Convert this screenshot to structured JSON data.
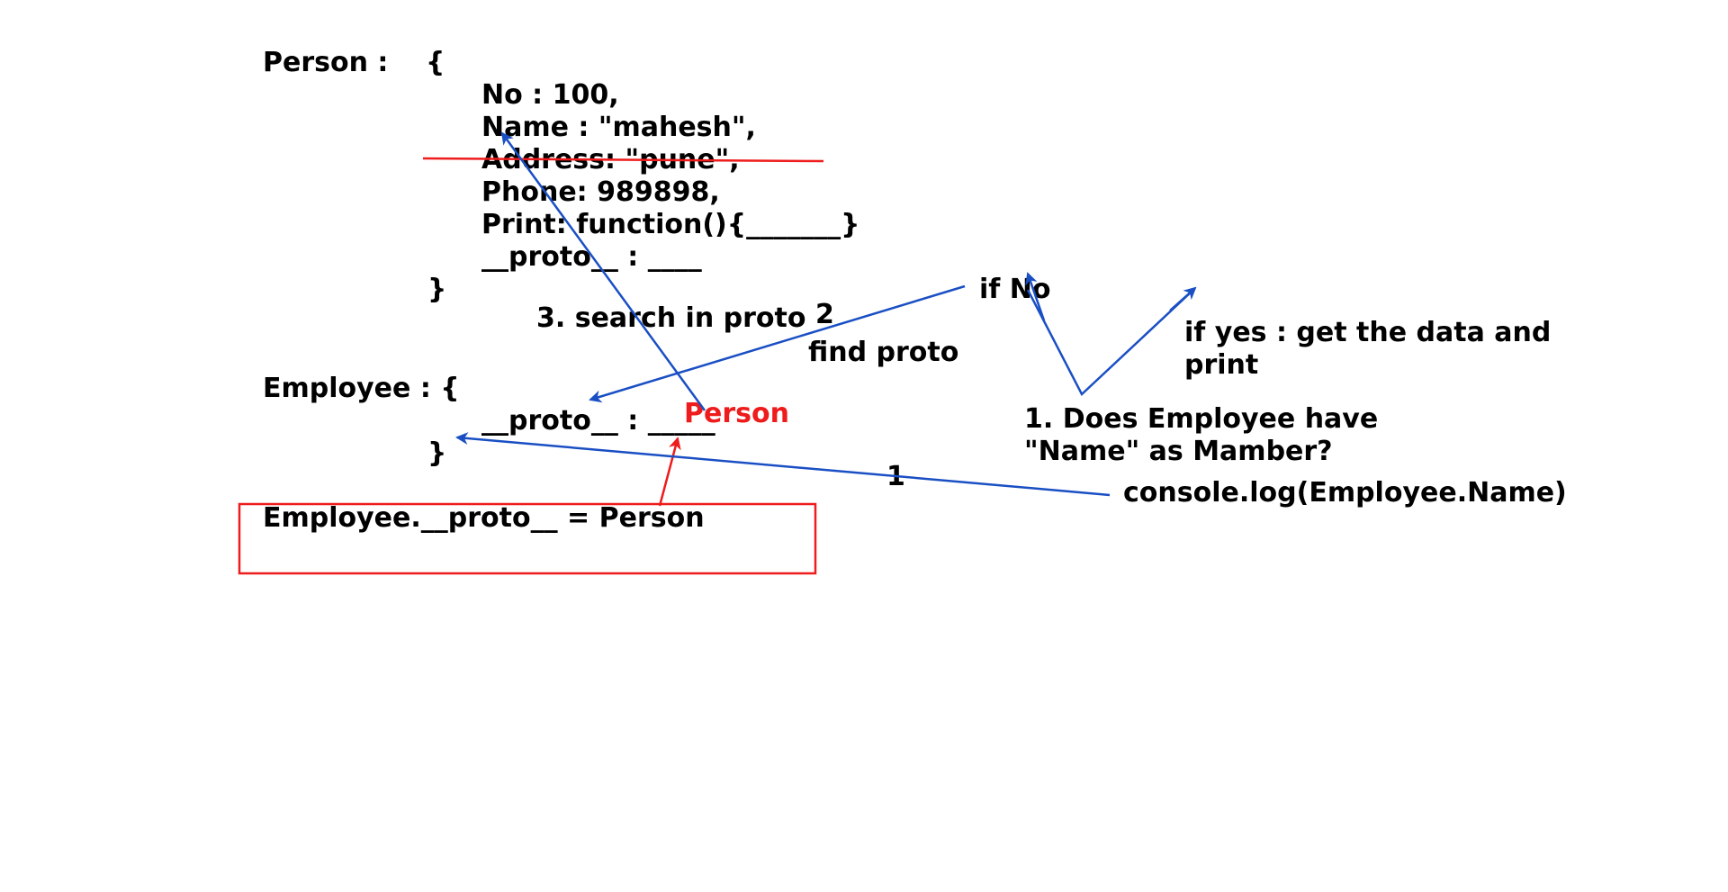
{
  "colors": {
    "text": "#000000",
    "red_annotation": "#ee1c1c",
    "blue_arrow": "#1a4fc4"
  },
  "person": {
    "label": "Person :",
    "open_brace": "{",
    "props": [
      "No : 100,",
      "Name : \"mahesh\",",
      "Address: \"pune\",",
      "Phone: 989898,",
      "Print: function(){_______}",
      "__proto__ : ____"
    ],
    "close_brace": "}"
  },
  "employee": {
    "label": "Employee : {",
    "proto_line": "__proto__ : _____",
    "proto_value": "Person",
    "close_brace": "}"
  },
  "assignment": "Employee.__proto__ = Person",
  "annotations": {
    "search_in_proto": "3. search in proto",
    "step_two": "2",
    "find_proto": "find proto",
    "if_no": "if No",
    "if_yes": "if yes : get the data and\nprint",
    "does_employee": "1. Does Employee have\n\"Name\" as Mamber?",
    "step_one": "1",
    "console_log": "console.log(Employee.Name)"
  }
}
